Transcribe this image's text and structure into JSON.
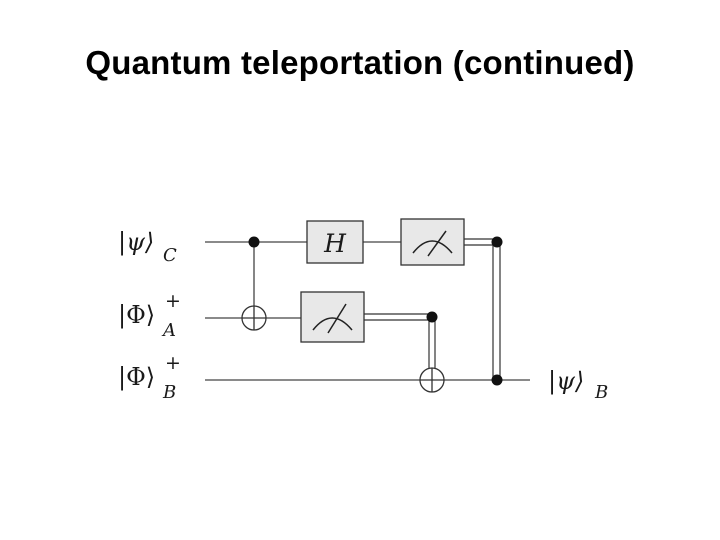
{
  "slide": {
    "title": "Quantum teleportation (continued)"
  },
  "circuit": {
    "input_labels": [
      {
        "ket": "|ψ⟩",
        "sub": "C",
        "sup": ""
      },
      {
        "ket": "|Φ⟩",
        "sub": "A",
        "sup": "+"
      },
      {
        "ket": "|Φ⟩",
        "sub": "B",
        "sup": "+"
      }
    ],
    "output_label": {
      "ket": "|ψ⟩",
      "sub": "B"
    },
    "hadamard_label": "H",
    "colors": {
      "wire": "#444444",
      "gate_fill": "#e8e8e8",
      "ink": "#1a1a1a"
    }
  }
}
